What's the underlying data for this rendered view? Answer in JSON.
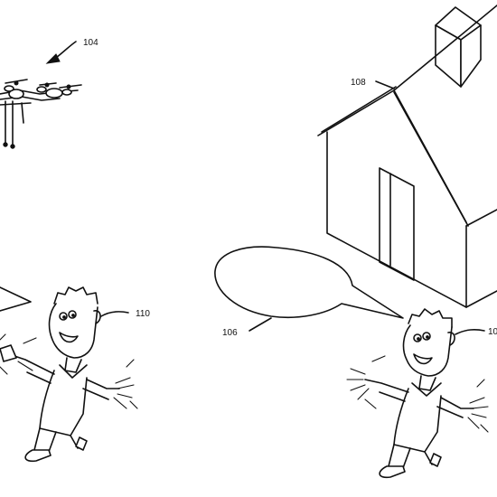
{
  "labels": {
    "drone": "104",
    "house": "108",
    "speech_bubble": "106",
    "person_left": "110",
    "person_right_partial": "10"
  }
}
